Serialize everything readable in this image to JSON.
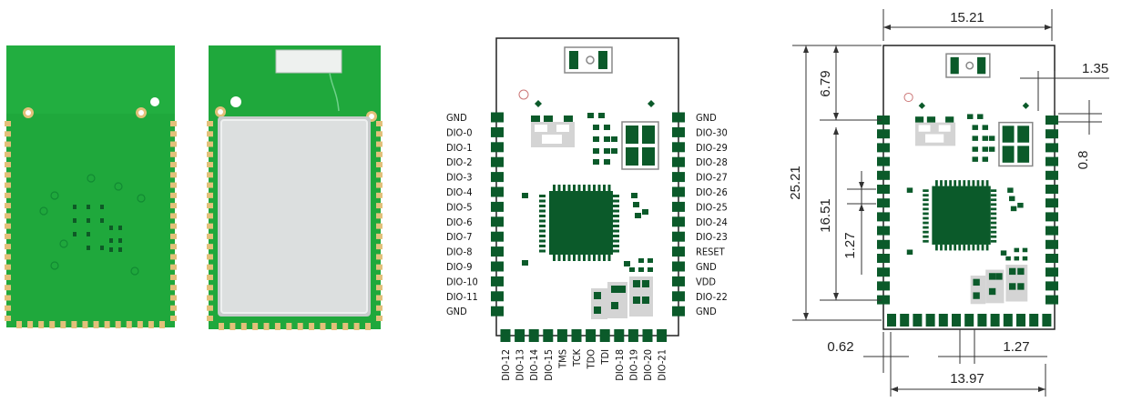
{
  "pinout": {
    "left_pins": [
      "GND",
      "DIO-0",
      "DIO-1",
      "DIO-2",
      "DIO-3",
      "DIO-4",
      "DIO-5",
      "DIO-6",
      "DIO-7",
      "DIO-8",
      "DIO-9",
      "DIO-10",
      "DIO-11",
      "GND"
    ],
    "right_pins": [
      "GND",
      "DIO-30",
      "DIO-29",
      "DIO-28",
      "DIO-27",
      "DIO-26",
      "DIO-25",
      "DIO-24",
      "DIO-23",
      "RESET",
      "GND",
      "VDD",
      "DIO-22",
      "GND"
    ],
    "bottom_pins": [
      "DIO-12",
      "DIO-13",
      "DIO-14",
      "DIO-15",
      "TMS",
      "TCK",
      "TDO",
      "TDI",
      "DIO-18",
      "DIO-19",
      "DIO-20",
      "DIO-21"
    ]
  },
  "dimensions": {
    "width_top": "15.21",
    "antenna_height": "6.79",
    "total_height": "25.21",
    "pin_column_height": "16.51",
    "pin_pitch_side": "1.27",
    "antenna_offset": "1.35",
    "pad_width": "0.8",
    "edge_offset": "0.62",
    "pin_pitch_bottom": "1.27",
    "bottom_span": "13.97"
  },
  "colors": {
    "pcb_green": "#1fa83c",
    "pad_gold": "#e3c07a",
    "silk_green": "#0b5a2a",
    "shield_silver": "#d9dcdc"
  }
}
